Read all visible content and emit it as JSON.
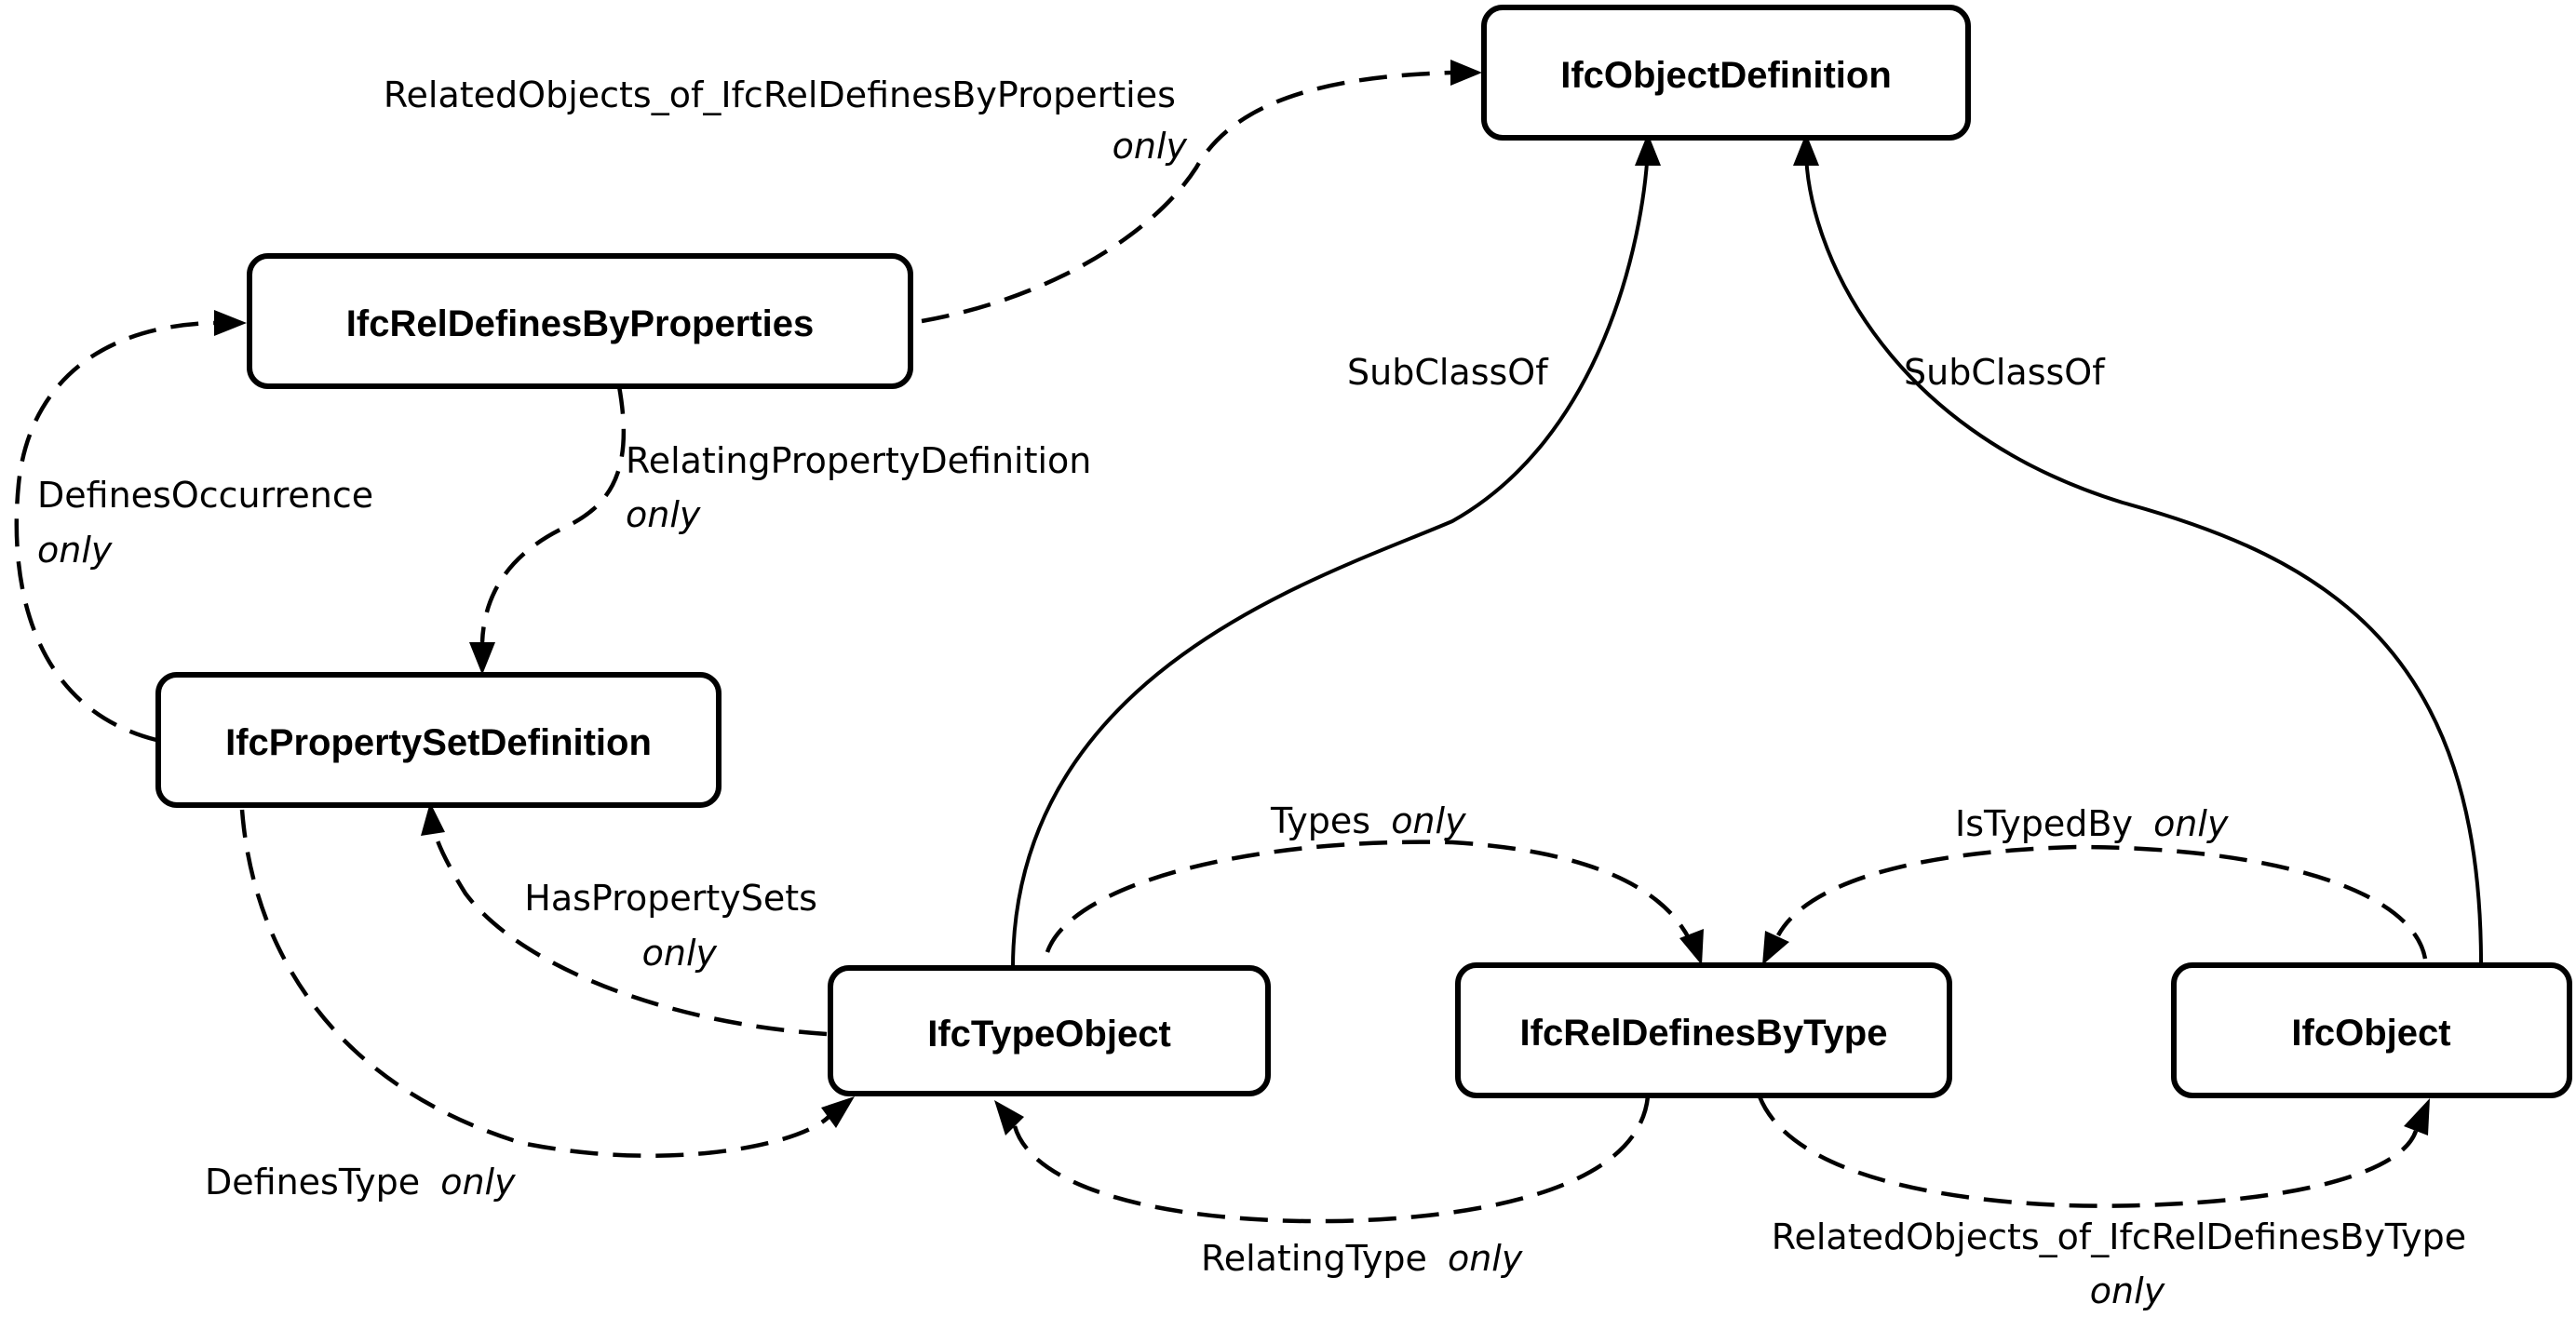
{
  "nodes": {
    "ifc_object_definition": "IfcObjectDefinition",
    "ifc_rel_defines_by_properties": "IfcRelDefinesByProperties",
    "ifc_property_set_definition": "IfcPropertySetDefinition",
    "ifc_type_object": "IfcTypeObject",
    "ifc_rel_defines_by_type": "IfcRelDefinesByType",
    "ifc_object": "IfcObject"
  },
  "edges": {
    "related_objects_props": {
      "name": "RelatedObjects_of_IfcRelDefinesByProperties",
      "qualifier": "only"
    },
    "relating_property_definition": {
      "name": "RelatingPropertyDefinition",
      "qualifier": "only"
    },
    "defines_occurrence": {
      "name": "DefinesOccurrence",
      "qualifier": "only"
    },
    "has_property_sets": {
      "name": "HasPropertySets",
      "qualifier": "only"
    },
    "defines_type": {
      "name": "DefinesType",
      "qualifier": "only"
    },
    "subclass_type_object": {
      "name": "SubClassOf"
    },
    "subclass_object": {
      "name": "SubClassOf"
    },
    "types": {
      "name": "Types",
      "qualifier": "only"
    },
    "is_typed_by": {
      "name": "IsTypedBy",
      "qualifier": "only"
    },
    "relating_type": {
      "name": "RelatingType",
      "qualifier": "only"
    },
    "related_objects_type": {
      "name": "RelatedObjects_of_IfcRelDefinesByType",
      "qualifier": "only"
    }
  }
}
